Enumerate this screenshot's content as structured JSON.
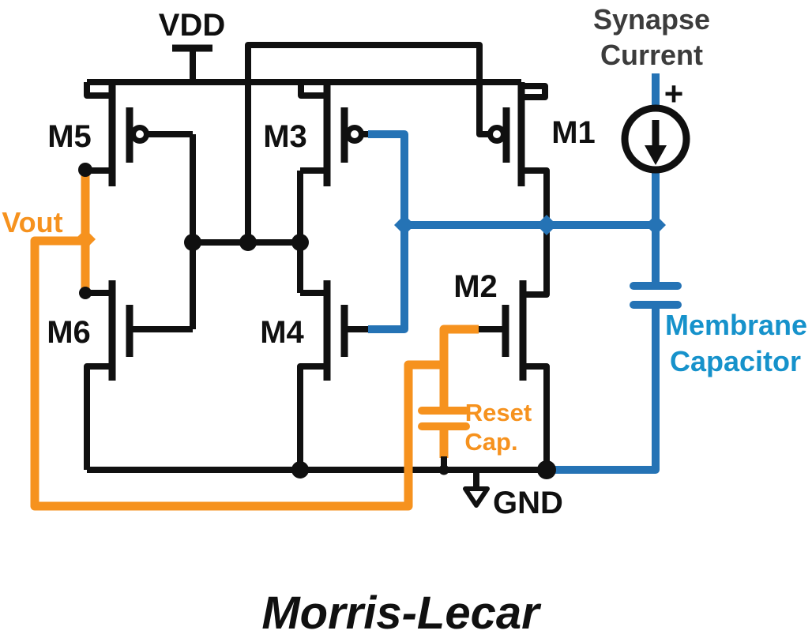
{
  "labels": {
    "title": "Morris-Lecar",
    "vdd": "VDD",
    "gnd": "GND",
    "vout": "Vout",
    "plus": "+",
    "synapse_line1": "Synapse",
    "synapse_line2": "Current",
    "membrane_line1": "Membrane",
    "membrane_line2": "Capacitor",
    "reset_line1": "Reset",
    "reset_line2": "Cap."
  },
  "transistors": {
    "m1": "M1",
    "m2": "M2",
    "m3": "M3",
    "m4": "M4",
    "m5": "M5",
    "m6": "M6"
  },
  "colors": {
    "wire": "#101010",
    "orange": "#F6921E",
    "blue": "#2573B5",
    "membrane_text": "#1692CB",
    "synapse_text": "#3C3C3C"
  }
}
